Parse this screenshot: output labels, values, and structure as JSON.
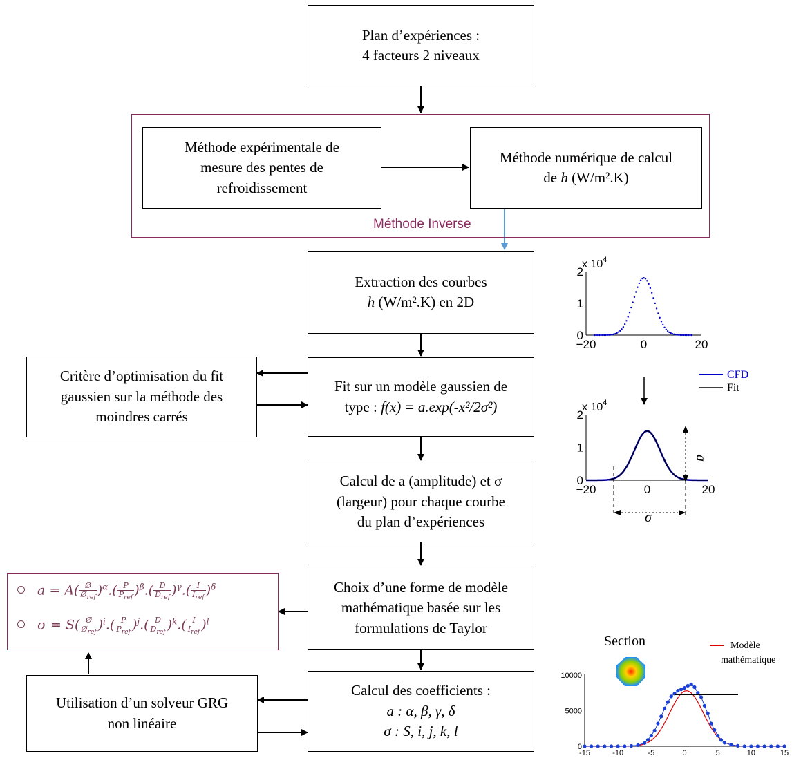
{
  "boxes": {
    "plan": [
      "Plan d’expériences :",
      "4 facteurs 2 niveaux"
    ],
    "experimental": [
      "Méthode expérimentale de",
      "mesure des pentes de",
      "refroidissement"
    ],
    "numerical_line1": "Méthode numérique de calcul",
    "numerical_h": "h",
    "numerical_unit": "(W/m².K)",
    "numerical_de": "de ",
    "extraction_line1": "Extraction des courbes",
    "extraction_h": "h",
    "extraction_unit": "(W/m².K) en 2D",
    "fit_line1": "Fit sur un modèle gaussien de",
    "fit_prefix": "type : ",
    "fit_formula": "f(x) = a.exp(-x²/2σ²)",
    "criterion": [
      "Critère d’optimisation du fit",
      "gaussien sur la méthode des",
      "moindres carrés"
    ],
    "calc_a_sigma": [
      "Calcul de a (amplitude) et σ",
      "(largeur) pour chaque courbe",
      "du plan d’expériences"
    ],
    "choice": [
      "Choix d’une forme de modèle",
      "mathématique basée sur les",
      "formulations de Taylor"
    ],
    "coef_title": "Calcul des coefficients :",
    "coef_a": "a : α, β, γ, δ",
    "coef_sigma": "σ : S, i, j, k, l",
    "solver": [
      "Utilisation d’un solveur GRG",
      "non linéaire"
    ]
  },
  "group_label": "Méthode Inverse",
  "formulas": {
    "a_lhs": "a = A(",
    "a_f1_num": "Ø",
    "a_f1_den": "Ø",
    "a_f2_num": "P",
    "a_f2_den": "P",
    "a_f3_num": "D",
    "a_f3_den": "D",
    "a_f4_num": "I",
    "a_f4_den": "I",
    "ref": "ref",
    "exp_a": [
      "α",
      "β",
      "γ",
      "δ"
    ],
    "s_lhs": "σ = S(",
    "exp_s": [
      "i",
      "j",
      "k",
      "l"
    ]
  },
  "legend": {
    "cfd": "CFD",
    "fit": "Fit",
    "model_line1": "Modèle",
    "model_line2": "mathématique",
    "section": "Section"
  },
  "annotations": {
    "a": "a",
    "sigma": "σ",
    "x104_a": "x 10",
    "x104_b": "x 10",
    "exp4": "4"
  },
  "colors": {
    "cfd": "#0000cc",
    "fit": "#000000",
    "model": "#e00000",
    "points": "#1a3fd6",
    "group": "#8b2a5f",
    "inverse_arrow": "#5b9bd5"
  },
  "chart_data": [
    {
      "type": "scatter",
      "title": "",
      "xlim": [
        -20,
        20
      ],
      "ylim": [
        0,
        2
      ],
      "x_ticks": [
        "−20",
        "0",
        "20"
      ],
      "y_ticks": [
        "0",
        "1",
        "2"
      ],
      "scale_label": "x 10^4",
      "series": [
        {
          "name": "",
          "gaussian_amplitude": 1.8,
          "gaussian_sigma": 3.6
        }
      ]
    },
    {
      "type": "line",
      "title": "",
      "xlim": [
        -20,
        20
      ],
      "ylim": [
        0,
        2
      ],
      "x_ticks": [
        "−20",
        "0",
        "20"
      ],
      "y_ticks": [
        "0",
        "1",
        "2"
      ],
      "scale_label": "x 10^4",
      "series": [
        {
          "name": "CFD",
          "gaussian_amplitude": 1.5,
          "gaussian_sigma": 4.2
        },
        {
          "name": "Fit",
          "gaussian_amplitude": 1.5,
          "gaussian_sigma": 4.2
        }
      ]
    },
    {
      "type": "scatter",
      "title": "",
      "xlim": [
        -15,
        15
      ],
      "ylim": [
        0,
        10000
      ],
      "x_ticks": [
        "-15",
        "-10",
        "-5",
        "0",
        "5",
        "10",
        "15"
      ],
      "y_ticks": [
        "0",
        "5000",
        "10000"
      ],
      "series": [
        {
          "name": "",
          "points": [
            [
              -15,
              0
            ],
            [
              -14,
              0
            ],
            [
              -13,
              0
            ],
            [
              -12,
              0
            ],
            [
              -11,
              0
            ],
            [
              -10,
              0
            ],
            [
              -9,
              0
            ],
            [
              -8,
              50
            ],
            [
              -7,
              150
            ],
            [
              -6,
              450
            ],
            [
              -5.5,
              900
            ],
            [
              -5,
              1500
            ],
            [
              -4.5,
              2200
            ],
            [
              -4,
              3200
            ],
            [
              -3.5,
              4200
            ],
            [
              -3,
              5300
            ],
            [
              -2.5,
              6200
            ],
            [
              -2,
              7000
            ],
            [
              -1.5,
              7400
            ],
            [
              -1,
              7800
            ],
            [
              -0.5,
              8000
            ],
            [
              0,
              8200
            ],
            [
              0.5,
              8500
            ],
            [
              1,
              8700
            ],
            [
              1.5,
              8300
            ],
            [
              2,
              7500
            ],
            [
              2.5,
              6900
            ],
            [
              3,
              5700
            ],
            [
              3.5,
              4600
            ],
            [
              4,
              3200
            ],
            [
              4.5,
              2300
            ],
            [
              5,
              1500
            ],
            [
              5.5,
              900
            ],
            [
              6,
              500
            ],
            [
              7,
              200
            ],
            [
              8,
              60
            ],
            [
              9,
              0
            ],
            [
              10,
              0
            ],
            [
              11,
              0
            ],
            [
              12,
              0
            ],
            [
              13,
              0
            ],
            [
              14,
              0
            ],
            [
              15,
              0
            ]
          ]
        },
        {
          "name": "Modèle mathématique",
          "gaussian_amplitude": 7800,
          "gaussian_sigma": 2.5,
          "center": 0.3
        }
      ]
    }
  ]
}
